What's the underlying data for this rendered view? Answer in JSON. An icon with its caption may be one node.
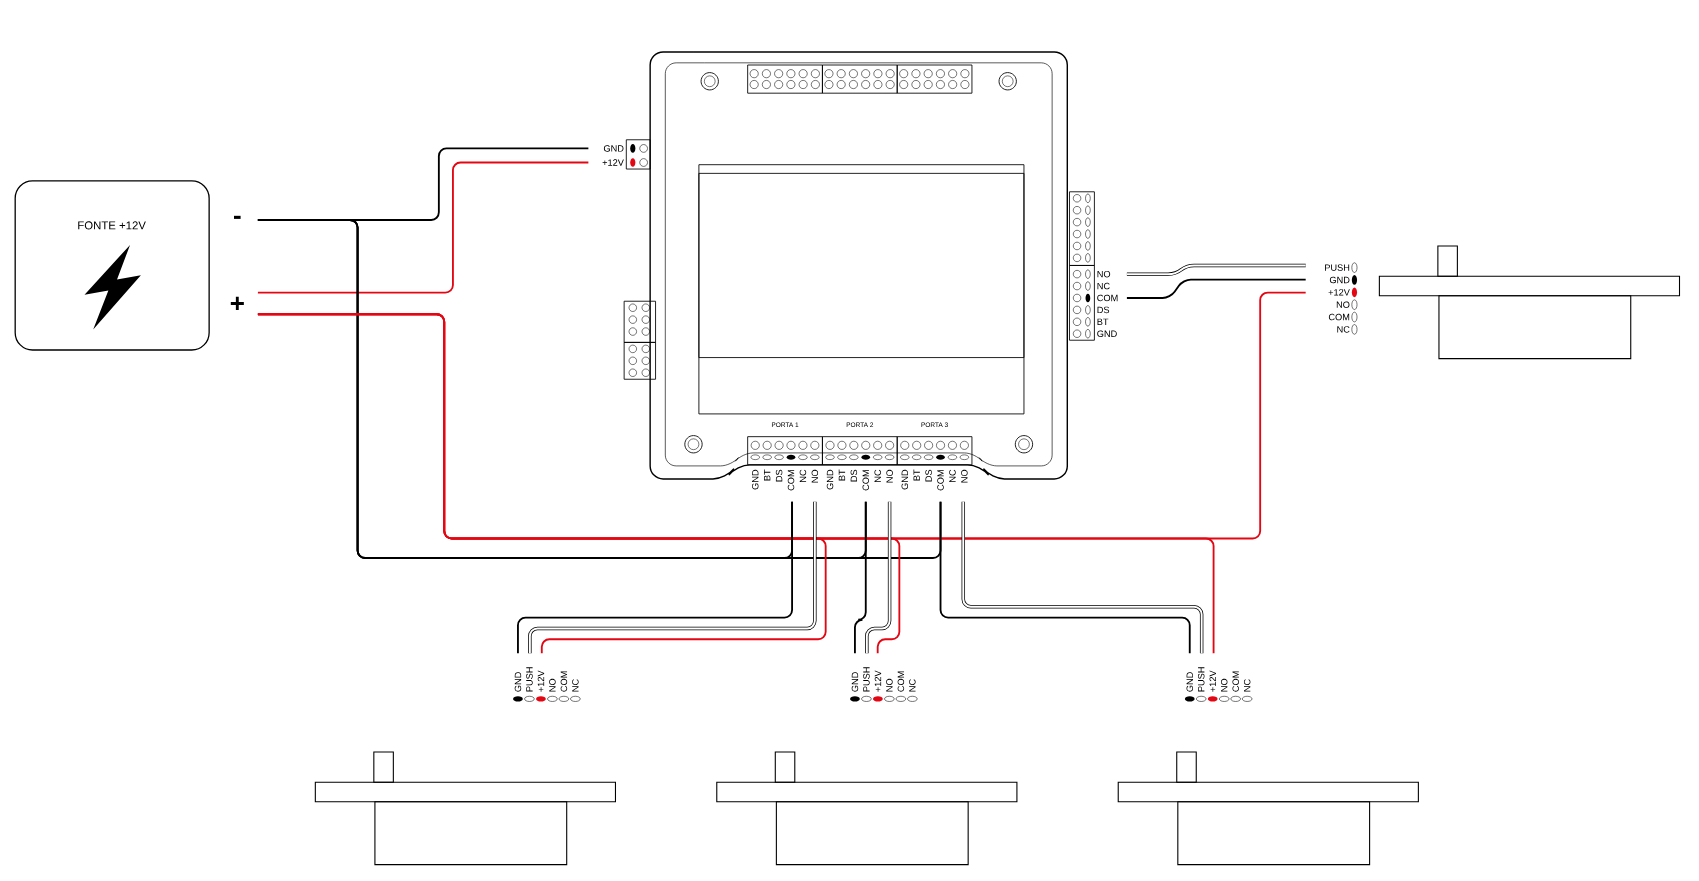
{
  "diagram": {
    "nodes": [
      {
        "text": [
          "FONTE +12V"
        ],
        "beside": [
          "-",
          "+"
        ]
      },
      {
        "text": [
          "GND",
          "+12V"
        ]
      },
      {
        "text": [
          "NO",
          "NC",
          "COM",
          "DS",
          "BT",
          "GND"
        ]
      },
      {
        "text": [
          "PORTA 1",
          "GND",
          "BT",
          "DS",
          "COM",
          "NC",
          "NO"
        ]
      },
      {
        "text": [
          "PORTA 2",
          "GND",
          "BT",
          "DS",
          "COM",
          "NC",
          "NO"
        ]
      },
      {
        "text": [
          "PORTA 3",
          "GND",
          "BT",
          "DS",
          "COM",
          "NC",
          "NO"
        ]
      },
      {
        "text": [
          "PUSH",
          "GND",
          "+12V",
          "NO",
          "COM",
          "NC"
        ]
      },
      {
        "text": [
          "GND",
          "PUSH",
          "+12V",
          "NO",
          "COM",
          "NC"
        ]
      },
      {
        "text": [
          "GND",
          "PUSH",
          "+12V",
          "NO",
          "COM",
          "NC"
        ]
      },
      {
        "text": [
          "GND",
          "PUSH",
          "+12V",
          "NO",
          "COM",
          "NC"
        ]
      }
    ],
    "edges": [
      {
        "from": 0,
        "to": 1,
        "arrow": "none",
        "color": "#000000"
      },
      {
        "from": 0,
        "to": 1,
        "arrow": "none",
        "color": "#e30613"
      },
      {
        "from": 0,
        "to": 3,
        "arrow": "none",
        "color": "#000000"
      },
      {
        "from": 0,
        "to": 4,
        "arrow": "none",
        "color": "#000000"
      },
      {
        "from": 0,
        "to": 5,
        "arrow": "none",
        "color": "#000000"
      },
      {
        "from": 0,
        "to": 6,
        "arrow": "none",
        "color": "#e30613"
      },
      {
        "from": 0,
        "to": 7,
        "arrow": "none",
        "color": "#e30613"
      },
      {
        "from": 0,
        "to": 8,
        "arrow": "none",
        "color": "#e30613"
      },
      {
        "from": 0,
        "to": 9,
        "arrow": "none",
        "color": "#e30613"
      },
      {
        "from": 3,
        "to": 7,
        "arrow": "none",
        "color": "#000000"
      },
      {
        "from": 3,
        "to": 7,
        "arrow": "none"
      },
      {
        "from": 4,
        "to": 8,
        "arrow": "none",
        "color": "#000000"
      },
      {
        "from": 4,
        "to": 8,
        "arrow": "none"
      },
      {
        "from": 5,
        "to": 9,
        "arrow": "none",
        "color": "#000000"
      },
      {
        "from": 5,
        "to": 9,
        "arrow": "none"
      },
      {
        "from": 2,
        "to": 6,
        "arrow": "none"
      },
      {
        "from": 2,
        "to": 6,
        "arrow": "none",
        "color": "#000000"
      }
    ]
  }
}
